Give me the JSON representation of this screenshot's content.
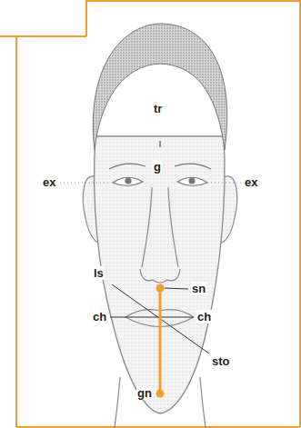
{
  "diagram": {
    "labels": [
      "tr",
      "g",
      "ex",
      "ex",
      "ls",
      "sn",
      "ch",
      "ch",
      "sto",
      "gn"
    ]
  }
}
